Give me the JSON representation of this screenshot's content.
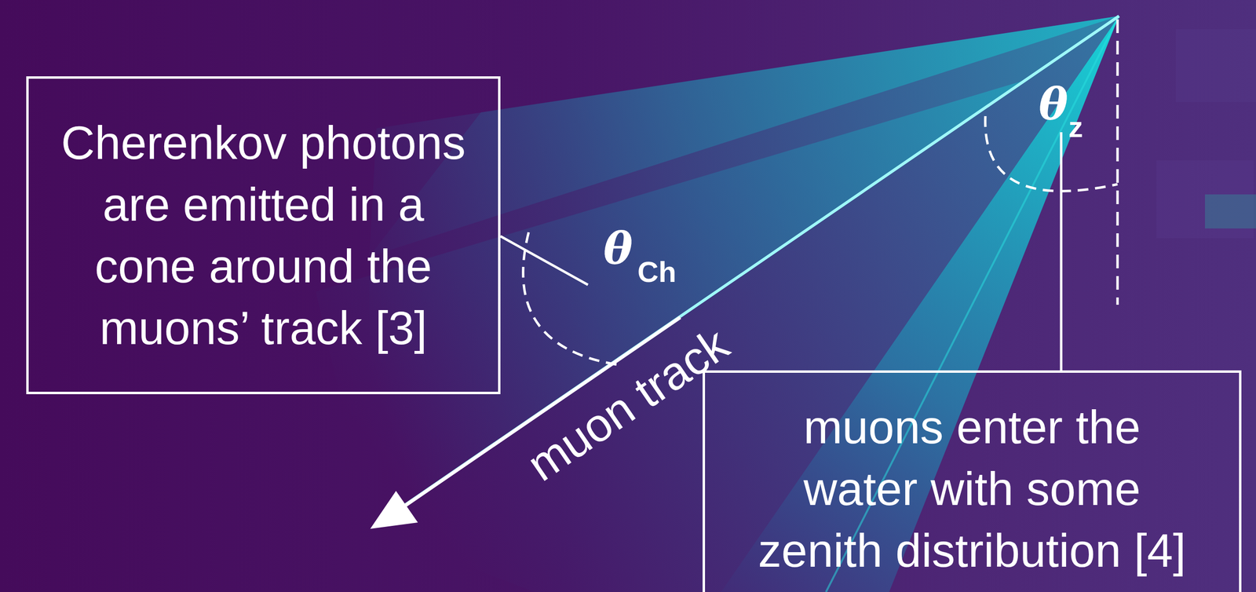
{
  "diagram": {
    "nodes": [
      {
        "text": [
          "Cherenkov photons are emitted in a cone around the muons’ track [3]"
        ]
      },
      {
        "text": [
          "muons enter the water with some zenith distribution [4]"
        ]
      }
    ],
    "labels": [
      "θ",
      "z",
      "θ",
      "Ch",
      "muon track"
    ]
  }
}
